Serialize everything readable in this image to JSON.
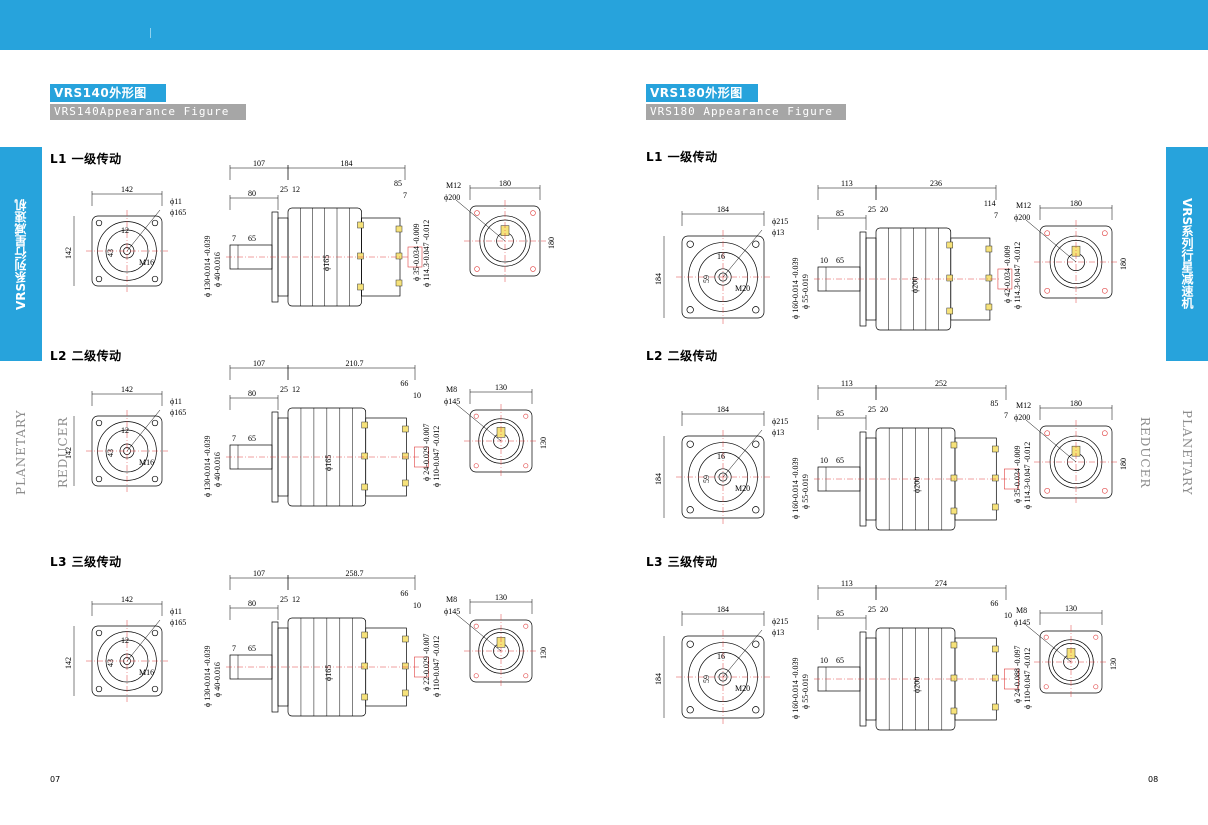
{
  "left": {
    "title_cn": "VRS140外形图",
    "title_en": "VRS140Appearance Figure",
    "stages": [
      "L1 一级传动",
      "L2 二级传动",
      "L3 三级传动"
    ],
    "rows": [
      {
        "flange_w": "142",
        "flange_h": "142",
        "phi_a": "ϕ11",
        "phi_b": "ϕ165",
        "key_w": "12",
        "key_h": "43",
        "thread": "M16",
        "len_a": "107",
        "len_b": "184",
        "d25": "25",
        "d12": "12",
        "d80": "80",
        "d7": "7",
        "d65": "65",
        "d85": "85",
        "d7b": "7",
        "shaft_tol": "ϕ 130-0.014 -0.039",
        "shaft_tol2": "ϕ 40-0.016",
        "body_d": "ϕ165",
        "out_tol": "ϕ 35-0.034 -0.009",
        "out_tol2": "ϕ 114.3-0.047 -0.012",
        "end_w": "180",
        "end_h": "180",
        "end_thread": "M12",
        "end_phi": "ϕ200"
      },
      {
        "flange_w": "142",
        "flange_h": "142",
        "phi_a": "ϕ11",
        "phi_b": "ϕ165",
        "key_w": "12",
        "key_h": "43",
        "thread": "M16",
        "len_a": "107",
        "len_b": "210.7",
        "d25": "25",
        "d12": "12",
        "d80": "80",
        "d7": "7",
        "d65": "65",
        "d85": "66",
        "d7b": "10",
        "shaft_tol": "ϕ 130-0.014 -0.039",
        "shaft_tol2": "ϕ 40-0.016",
        "body_d": "ϕ165",
        "out_tol": "ϕ 24-0.029 -0.007",
        "out_tol2": "ϕ 110-0.047 -0.012",
        "end_w": "130",
        "end_h": "130",
        "end_thread": "M8",
        "end_phi": "ϕ145"
      },
      {
        "flange_w": "142",
        "flange_h": "142",
        "phi_a": "ϕ11",
        "phi_b": "ϕ165",
        "key_w": "12",
        "key_h": "43",
        "thread": "M16",
        "len_a": "107",
        "len_b": "258.7",
        "d25": "25",
        "d12": "12",
        "d80": "80",
        "d7": "7",
        "d65": "65",
        "d85": "66",
        "d7b": "10",
        "shaft_tol": "ϕ 130-0.014 -0.039",
        "shaft_tol2": "ϕ 40-0.016",
        "body_d": "ϕ165",
        "out_tol": "ϕ 22-0.029 -0.007",
        "out_tol2": "ϕ 110-0.047 -0.012",
        "end_w": "130",
        "end_h": "130",
        "end_thread": "M8",
        "end_phi": "ϕ145"
      }
    ],
    "side_tab": "VRS系列行星减速机",
    "side_text": "PLANETARY REDUCER",
    "page_num": "07"
  },
  "right": {
    "title_cn": "VRS180外形图",
    "title_en": "VRS180 Appearance Figure",
    "stages": [
      "L1 一级传动",
      "L2 二级传动",
      "L3 三级传动"
    ],
    "rows": [
      {
        "flange_w": "184",
        "flange_h": "184",
        "phi_a": "ϕ215",
        "phi_b": "ϕ13",
        "key_w": "16",
        "key_h": "59",
        "thread": "M20",
        "len_a": "113",
        "len_b": "236",
        "d25": "25",
        "d12": "20",
        "d80": "85",
        "d7": "10",
        "d65": "65",
        "d85": "114",
        "d7b": "7",
        "shaft_tol": "ϕ 160-0.014 -0.039",
        "shaft_tol2": "ϕ 55-0.019",
        "body_d": "ϕ200",
        "out_tol": "ϕ 42-0.034 -0.009",
        "out_tol2": "ϕ 114.3-0.047 -0.012",
        "end_w": "180",
        "end_h": "180",
        "end_thread": "M12",
        "end_phi": "ϕ200"
      },
      {
        "flange_w": "184",
        "flange_h": "184",
        "phi_a": "ϕ215",
        "phi_b": "ϕ13",
        "key_w": "16",
        "key_h": "59",
        "thread": "M20",
        "len_a": "113",
        "len_b": "252",
        "d25": "25",
        "d12": "20",
        "d80": "85",
        "d7": "10",
        "d65": "65",
        "d85": "85",
        "d7b": "7",
        "shaft_tol": "ϕ 160-0.014 -0.039",
        "shaft_tol2": "ϕ 55-0.019",
        "body_d": "ϕ200",
        "out_tol": "ϕ 35-0.034 -0.009",
        "out_tol2": "ϕ 114.3-0.047 -0.012",
        "end_w": "180",
        "end_h": "180",
        "end_thread": "M12",
        "end_phi": "ϕ200"
      },
      {
        "flange_w": "184",
        "flange_h": "184",
        "phi_a": "ϕ215",
        "phi_b": "ϕ13",
        "key_w": "16",
        "key_h": "59",
        "thread": "M20",
        "len_a": "113",
        "len_b": "274",
        "d25": "25",
        "d12": "20",
        "d80": "85",
        "d7": "10",
        "d65": "65",
        "d85": "66",
        "d7b": "10",
        "shaft_tol": "ϕ 160-0.014 -0.039",
        "shaft_tol2": "ϕ 55-0.019",
        "body_d": "ϕ200",
        "out_tol": "ϕ 24-0.088 -0.097",
        "out_tol2": "ϕ 110-0.047 -0.012",
        "end_w": "130",
        "end_h": "130",
        "end_thread": "M8",
        "end_phi": "ϕ145"
      }
    ],
    "side_tab": "VRS系列行星减速机",
    "side_text": "PLANETARY REDUCER",
    "page_num": "08"
  }
}
